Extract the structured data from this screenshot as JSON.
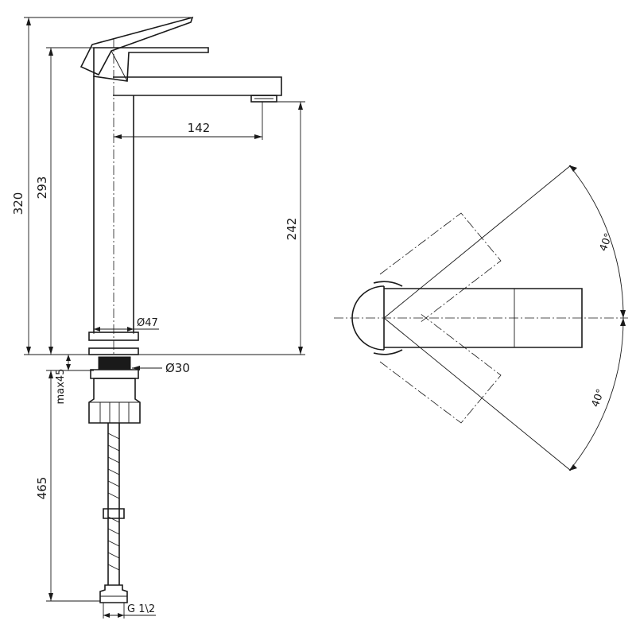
{
  "dimensions": {
    "total_height": "320",
    "spout_height": "293",
    "clearance": "242",
    "reach": "142",
    "body_diameter": "Ø47",
    "hole_diameter": "Ø30",
    "max_deck_thickness": "max45",
    "hose_length": "465",
    "connection_thread": "G 1\\2"
  },
  "angles": {
    "upper": "40°",
    "lower": "40°"
  }
}
